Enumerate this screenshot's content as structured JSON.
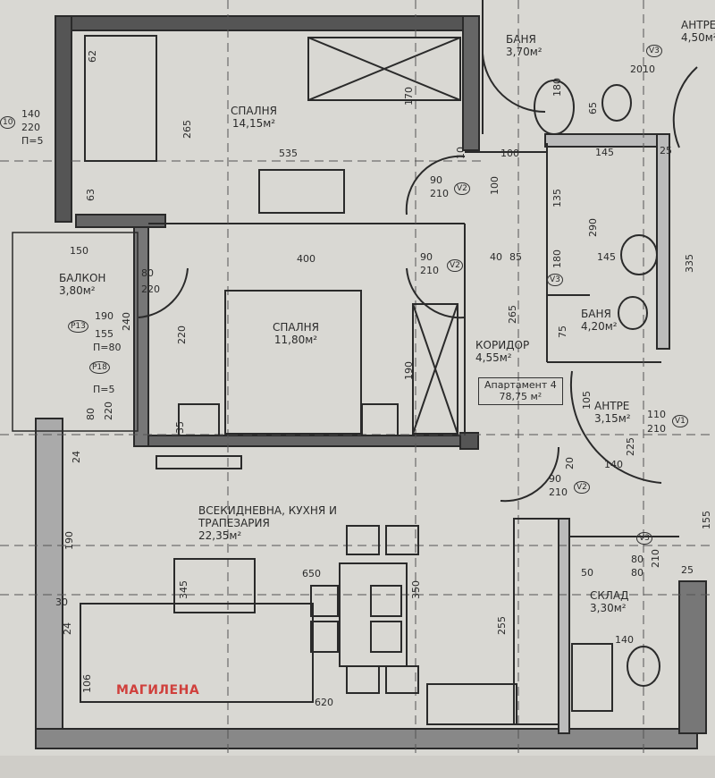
{
  "rooms": [
    {
      "name": "СПАЛНЯ",
      "area": "14,15м²"
    },
    {
      "name": "СПАЛНЯ",
      "area": "11,80м²"
    },
    {
      "name": "БАЛКОН",
      "area": "3,80м²"
    },
    {
      "name": "БАНЯ",
      "area": "3,70м²"
    },
    {
      "name": "АНТРЕ",
      "area": "4,50м²"
    },
    {
      "name": "БАНЯ",
      "area": "4,20м²"
    },
    {
      "name": "КОРИДОР",
      "area": "4,55м²"
    },
    {
      "name": "АНТРЕ",
      "area": "3,15м²"
    },
    {
      "name": "ВСЕКИДНЕВНА, КУХНЯ И ТРАПЕЗАРИЯ",
      "area": "22,35м²"
    },
    {
      "name": "СКЛАД",
      "area": "3,30м²"
    }
  ],
  "apartment": {
    "label": "Апартамент 4",
    "area": "78,75 м²"
  },
  "watermark": "МАГИЛЕНА",
  "tags": [
    "V2",
    "V2",
    "V2",
    "V3",
    "V3",
    "V3",
    "V1",
    "P13",
    "P18",
    "10"
  ],
  "dims": [
    "265",
    "170",
    "535",
    "140",
    "220",
    "П=5",
    "150",
    "80",
    "220",
    "190",
    "155",
    "П=80",
    "П=5",
    "240",
    "400",
    "220",
    "190",
    "35",
    "90",
    "210",
    "90",
    "210",
    "100",
    "135",
    "290",
    "85",
    "145",
    "180",
    "265",
    "75",
    "105",
    "110",
    "210",
    "140",
    "225",
    "90",
    "210",
    "155",
    "80",
    "210",
    "50",
    "80",
    "25",
    "140",
    "650",
    "345",
    "350",
    "255",
    "620",
    "190",
    "30",
    "24",
    "106",
    "220",
    "80",
    "25",
    "335",
    "40",
    "20",
    "10",
    "63",
    "62",
    "24",
    "180",
    "65",
    "2010",
    "100",
    "145"
  ]
}
